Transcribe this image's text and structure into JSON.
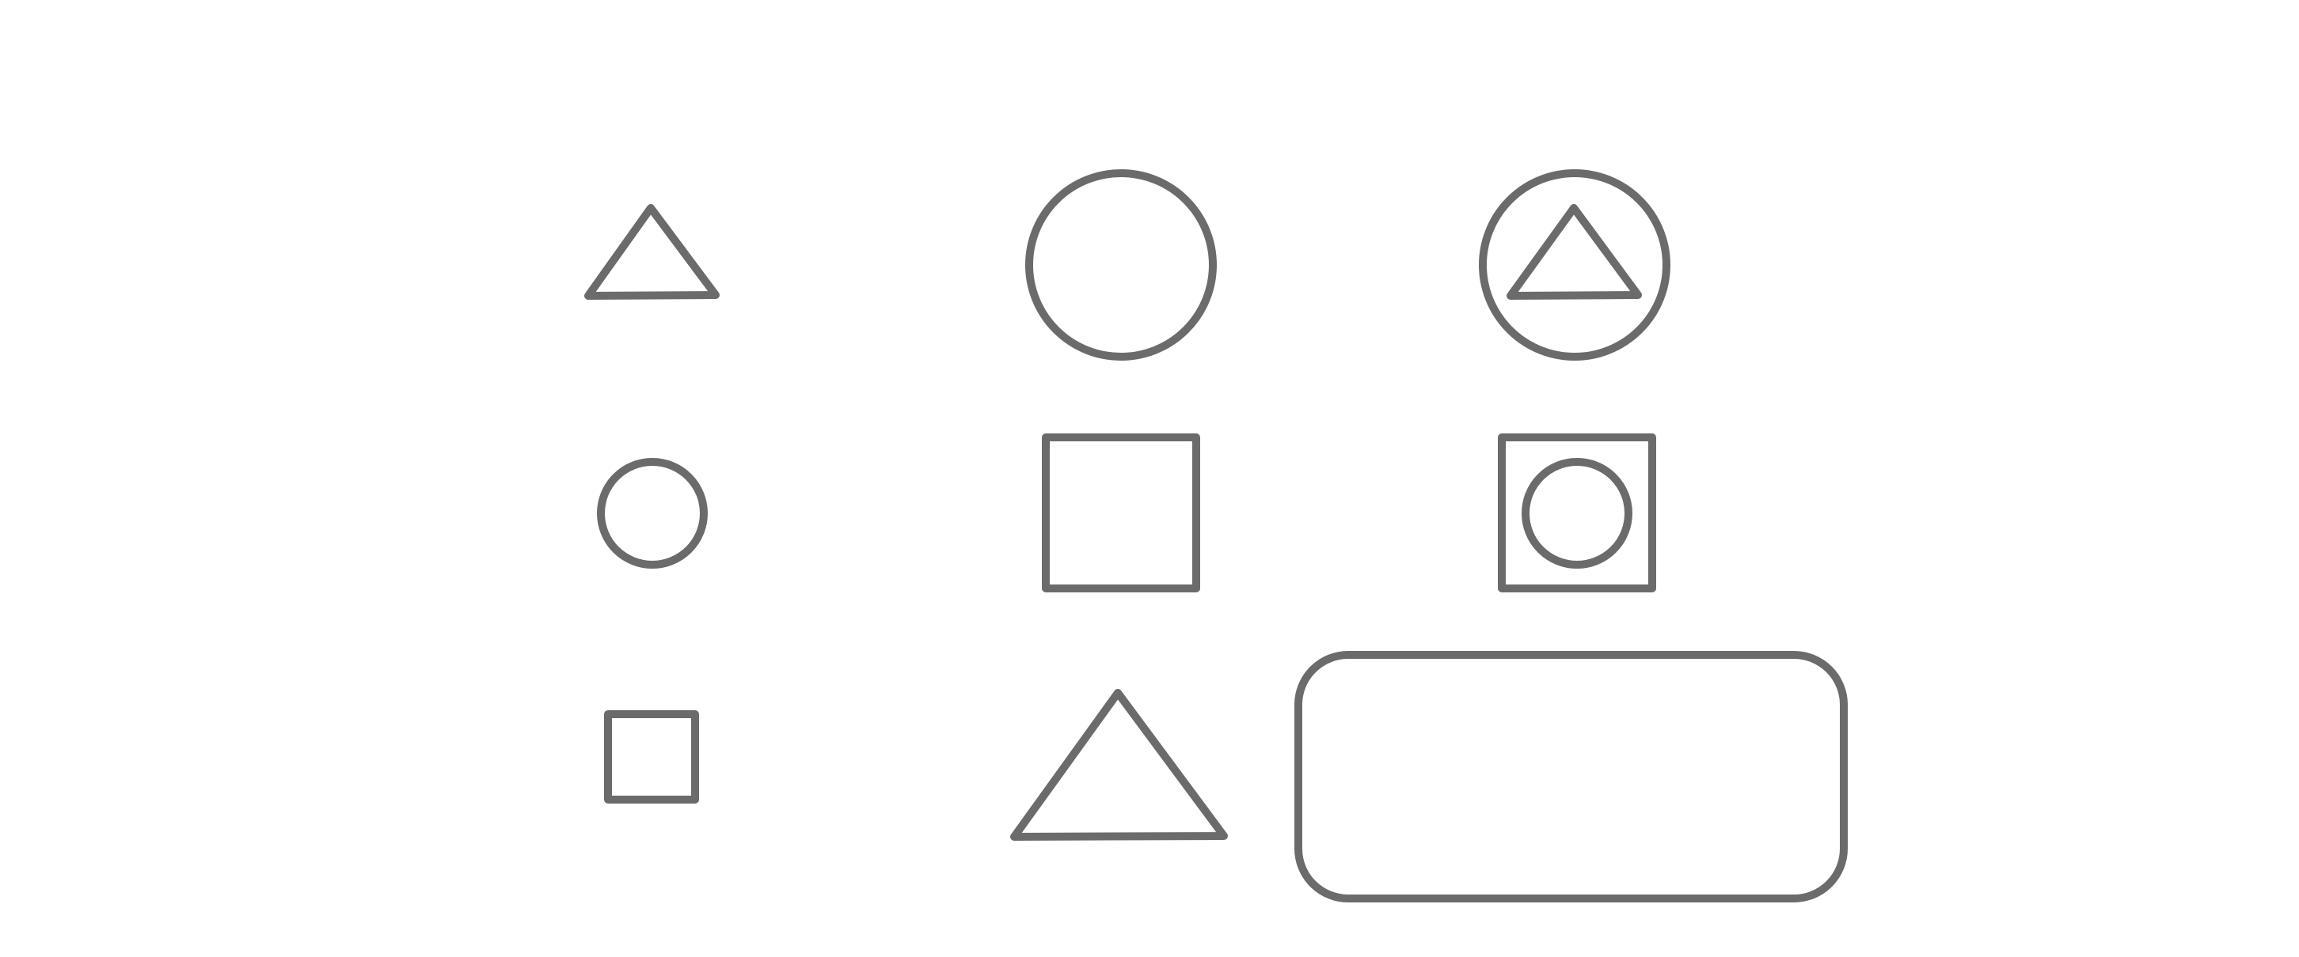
{
  "colors": {
    "background": "#ffffff",
    "stroke": "#6b6b6b"
  },
  "grid": {
    "rows": [
      {
        "cells": [
          {
            "shapes": [
              "triangle"
            ]
          },
          {
            "shapes": [
              "circle"
            ]
          },
          {
            "shapes": [
              "circle",
              "triangle"
            ]
          }
        ]
      },
      {
        "cells": [
          {
            "shapes": [
              "circle"
            ]
          },
          {
            "shapes": [
              "square"
            ]
          },
          {
            "shapes": [
              "square",
              "circle"
            ]
          }
        ]
      },
      {
        "cells": [
          {
            "shapes": [
              "square"
            ]
          },
          {
            "shapes": [
              "triangle"
            ]
          },
          {
            "shapes": [
              "blank-answer-box"
            ]
          }
        ]
      }
    ]
  }
}
